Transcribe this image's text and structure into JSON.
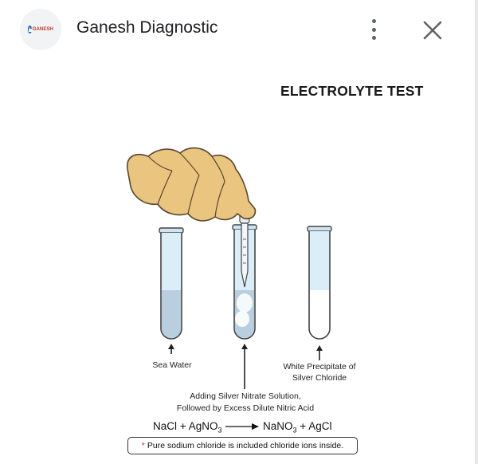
{
  "header": {
    "title": "Ganesh Diagnostic",
    "logo_text": "GANESH",
    "more_icon": "more-vert-icon",
    "close_icon": "close-icon"
  },
  "figure": {
    "heading": "ELECTROLYTE TEST",
    "tube_labels": {
      "sea_water": "Sea Water",
      "white_precipitate_line1": "White Precipitate of",
      "white_precipitate_line2": "Silver Chloride"
    },
    "caption_line1": "Adding Silver Nitrate Solution,",
    "caption_line2": "Followed by Excess Dilute Nitric Acid",
    "equation": {
      "nacl": "NaCl",
      "plus1": "+",
      "agno": "AgNO",
      "sub3a": "3",
      "nano": "NaNO",
      "sub3b": "3",
      "plus2": "+",
      "agcl": "AgCl"
    },
    "note_star": "*",
    "note": "Pure sodium chloride is included chloride ions inside.",
    "colors": {
      "liquid_blue": "#b9cfe0",
      "tube_blue": "#d9ecf7",
      "glove": "#e9c57f",
      "accent_red": "#d62828"
    }
  }
}
